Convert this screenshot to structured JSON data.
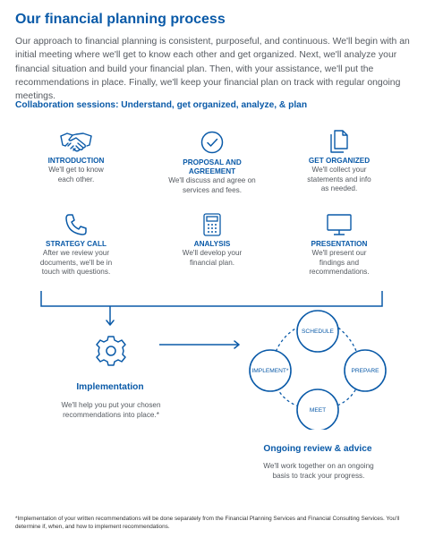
{
  "header": {
    "title": "Our financial planning process",
    "intro": "Our approach to financial planning is consistent, purposeful, and continuous. We'll begin with an initial meeting where we'll get to know each other and get organized. Next, we'll analyze your financial situation and build your financial plan. Then, with your assistance, we'll put the recommendations in place. Finally, we'll keep your financial plan on track with regular ongoing meetings."
  },
  "collaboration": {
    "heading": "Collaboration sessions: Understand, get organized, analyze, & plan",
    "steps": [
      {
        "label": "INTRODUCTION",
        "desc": "We'll get to know each other.",
        "icon": "handshake-icon"
      },
      {
        "label": "PROPOSAL AND AGREEMENT",
        "desc": "We'll discuss and agree on services and fees.",
        "icon": "checkmark-circle-icon"
      },
      {
        "label": "GET ORGANIZED",
        "desc": "We'll collect your statements and info as needed.",
        "icon": "documents-icon"
      },
      {
        "label": "STRATEGY CALL",
        "desc": "After we review your documents, we'll be in touch with questions.",
        "icon": "phone-icon"
      },
      {
        "label": "ANALYSIS",
        "desc": "We'll develop your financial plan.",
        "icon": "calculator-icon"
      },
      {
        "label": "PRESENTATION",
        "desc": "We'll present our findings and recommendations.",
        "icon": "monitor-icon"
      }
    ]
  },
  "implementation": {
    "title": "Implementation",
    "desc": "We'll help you put your chosen recommendations into place.*",
    "icon": "gear-icon"
  },
  "ongoing": {
    "circles": [
      "SCHEDULE",
      "PREPARE",
      "MEET",
      "IMPLEMENT*"
    ],
    "title": "Ongoing review & advice",
    "desc": "We'll work together on an ongoing basis to track your progress."
  },
  "footnote": "*Implementation of your written recommendations will be done separately from the Financial Planning Services and Financial Consulting Services. You'll determine if, when, and how to implement recommendations.",
  "colors": {
    "accent": "#0a5aa8",
    "text": "#555a60"
  }
}
